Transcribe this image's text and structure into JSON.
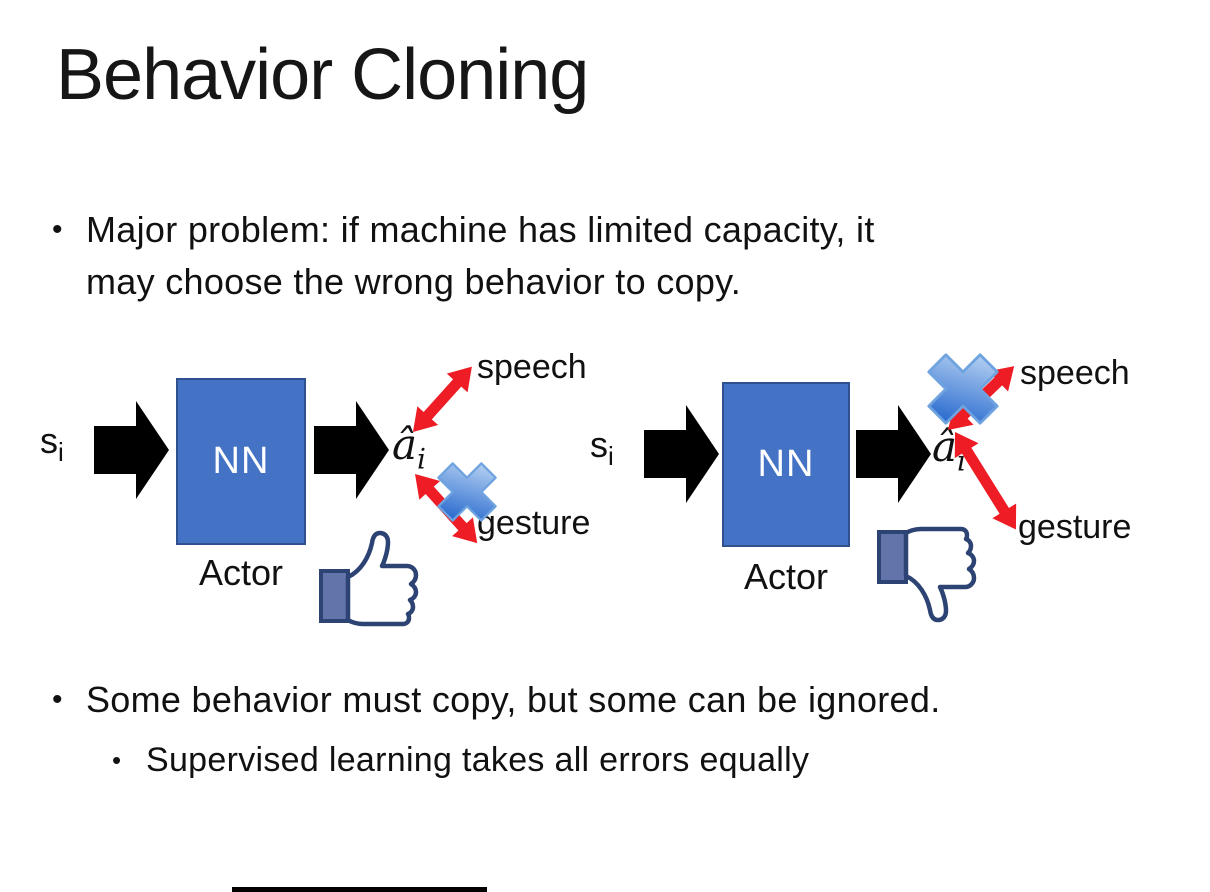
{
  "slide": {
    "title": "Behavior Cloning",
    "bullets": {
      "bullet1_marker": "•",
      "bullet1_line1": "Major problem: if machine has limited capacity, it",
      "bullet1_line2": "may choose the wrong behavior to copy.",
      "bullet2_marker": "•",
      "bullet2": "Some behavior must copy, but some can be ignored.",
      "sub_bullet_marker": "•",
      "sub_bullet": "Supervised learning takes all errors equally"
    }
  },
  "diagram": {
    "input_base": "s",
    "input_sub": "i",
    "nn_label": "NN",
    "actor_label": "Actor",
    "output_base": "â",
    "output_sub": "i",
    "speech_label": "speech",
    "gesture_label": "gesture"
  },
  "icons": {
    "left_feedback": "thumbs-up-icon",
    "right_feedback": "thumbs-down-icon",
    "crossed_out_left": "gesture",
    "crossed_out_right": "speech"
  },
  "colors": {
    "nn_fill": "#4472C4",
    "nn_border": "#2F528F",
    "arrow_black": "#000000",
    "arrow_red": "#EE1C25",
    "cross_light": "#C9DFF7",
    "cross_dark": "#2F6FD0",
    "cross_stroke": "#6FA3DF",
    "thumb_outline": "#2D4373",
    "thumb_cuff": "#6274A9"
  }
}
